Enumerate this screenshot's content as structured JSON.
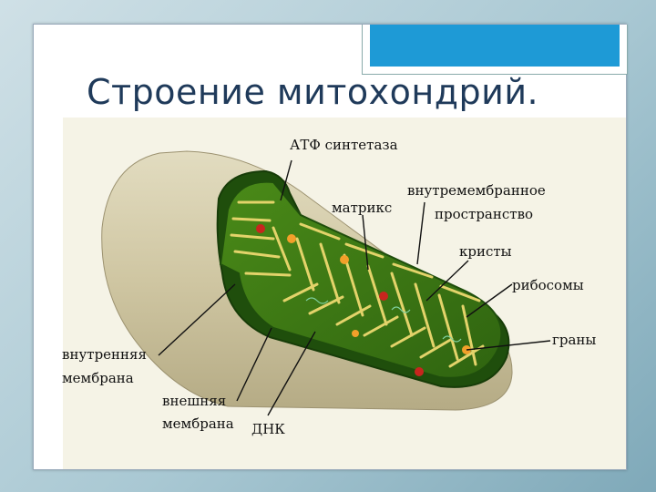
{
  "slide": {
    "title": "Строение митохондрий."
  },
  "diagram": {
    "labels": {
      "atp_synthase": "АТФ синтетаза",
      "matrix": "матрикс",
      "intermembrane_line1": "внутремембранное",
      "intermembrane_line2": "пространство",
      "cristae": "кристы",
      "ribosomes": "рибосомы",
      "granules": "граны",
      "inner_membrane_line1": "внутренняя",
      "inner_membrane_line2": "мембрана",
      "outer_membrane_line1": "внешняя",
      "outer_membrane_line2": "мембрана",
      "dna": "ДНК"
    }
  },
  "colors": {
    "accent_bar": "#1e9ad6",
    "title": "#1f3a5a",
    "outer_membrane": "#cdc5a3",
    "matrix": "#3f7a14",
    "cristae": "#e3d36a",
    "ribosome": "#c8261e",
    "granule": "#f2a02a"
  }
}
